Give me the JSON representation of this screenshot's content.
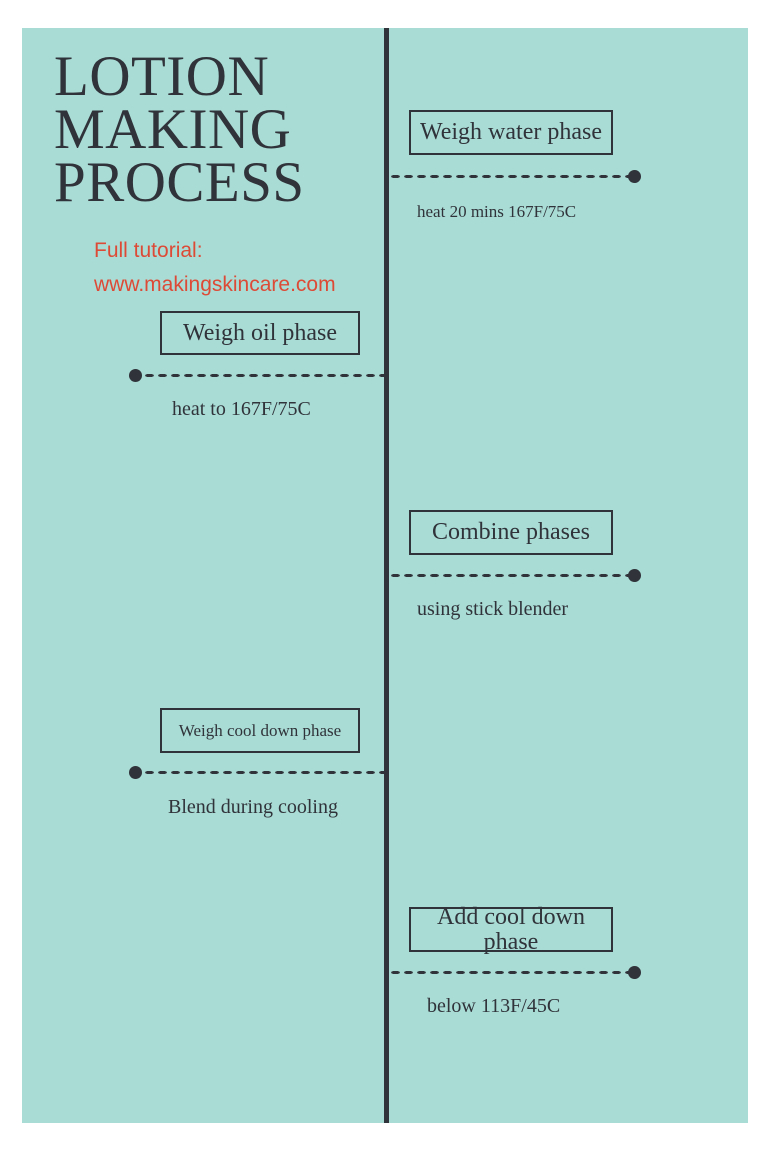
{
  "poster": {
    "background_color": "#a9dcd5",
    "ink_color": "#30333a",
    "accent_color": "#dd4a36",
    "page_background": "#ffffff"
  },
  "headline": {
    "line1": "LOTION",
    "line2": "MAKING",
    "line3": "PROCESS"
  },
  "tutorial": {
    "label": "Full tutorial:",
    "url": "www.makingskincare.com"
  },
  "timeline": {
    "steps": [
      {
        "id": "weigh-water-phase",
        "side": "right",
        "title": "Weigh water phase",
        "caption": "heat 20 mins 167F/75C"
      },
      {
        "id": "weigh-oil-phase",
        "side": "left",
        "title": "Weigh oil phase",
        "caption": "heat to 167F/75C"
      },
      {
        "id": "combine-phases",
        "side": "right",
        "title": "Combine phases",
        "caption": "using stick blender"
      },
      {
        "id": "weigh-cool-down-phase",
        "side": "left",
        "title": "Weigh cool down phase",
        "caption": "Blend during cooling"
      },
      {
        "id": "add-cool-down-phase",
        "side": "right",
        "title": "Add cool down phase",
        "caption": "below 113F/45C"
      }
    ]
  }
}
